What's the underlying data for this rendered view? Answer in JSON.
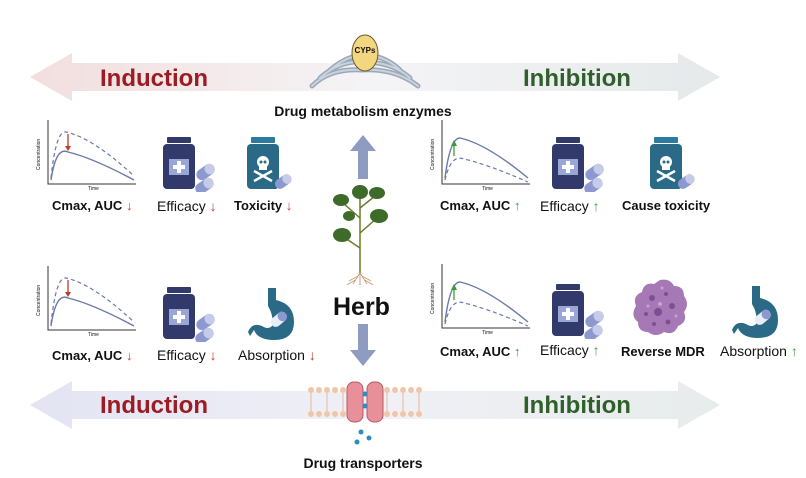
{
  "top_arrow": {
    "left": "Induction",
    "right": "Inhibition",
    "caption": "Drug metabolism enzymes",
    "enzyme": "CYPs"
  },
  "bottom_arrow": {
    "left": "Induction",
    "right": "Inhibition",
    "caption": "Drug transporters"
  },
  "center": {
    "label": "Herb"
  },
  "graph": {
    "y_label": "Concentration",
    "x_label": "Time"
  },
  "arrows": {
    "down": "↓",
    "up": "↑"
  },
  "panels": {
    "top_left": {
      "pk": "Cmax, AUC",
      "efficacy": "Efficacy",
      "third": "Toxicity"
    },
    "top_right": {
      "pk": "Cmax, AUC",
      "efficacy": "Efficacy",
      "third": "Cause toxicity"
    },
    "bottom_left": {
      "pk": "Cmax, AUC",
      "efficacy": "Efficacy",
      "third": "Absorption"
    },
    "bottom_right": {
      "pk": "Cmax, AUC",
      "efficacy": "Efficacy",
      "third": "Reverse MDR",
      "fourth": "Absorption"
    }
  },
  "colors": {
    "induction": "#9b1c23",
    "inhibition": "#2f5f2a",
    "arrow_top": "#f7e3e6",
    "arrow_bottom": "#e6e6f7",
    "pill": "#32396b",
    "stomach": "#2b6a86"
  }
}
